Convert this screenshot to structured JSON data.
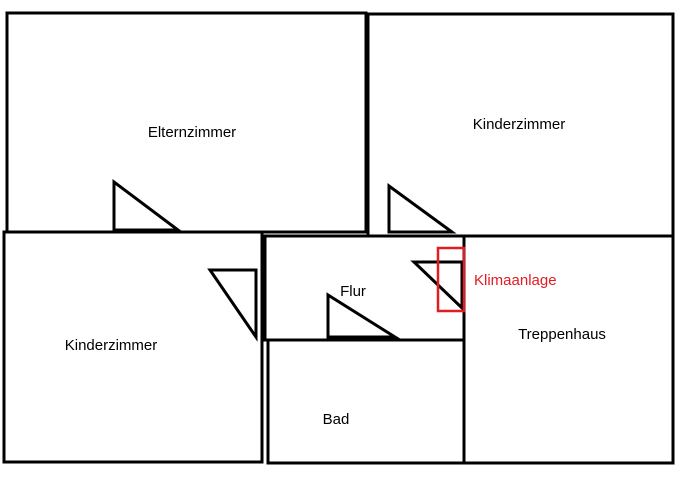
{
  "rooms": {
    "elternzimmer": "Elternzimmer",
    "kinderzimmer_top": "Kinderzimmer",
    "kinderzimmer_left": "Kinderzimmer",
    "flur": "Flur",
    "treppenhaus": "Treppenhaus",
    "bad": "Bad"
  },
  "marker": {
    "label": "Klimaanlage",
    "color": "#e31b23"
  },
  "colors": {
    "wall": "#000000",
    "background": "#ffffff"
  }
}
